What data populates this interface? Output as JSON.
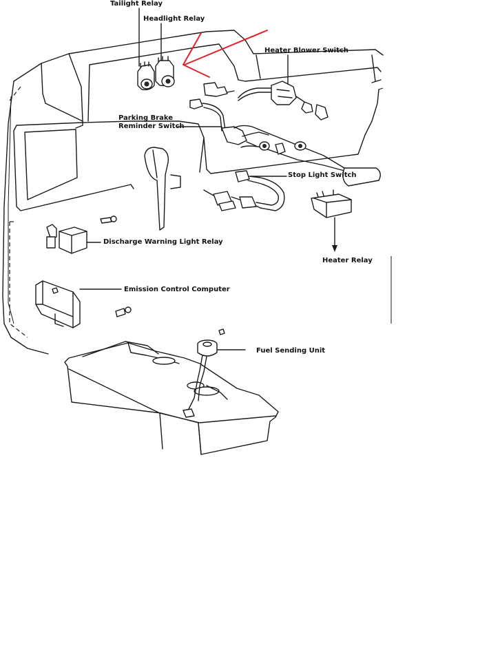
{
  "labels": {
    "tailight_relay": "Tailight Relay",
    "headlight_relay": "Headlight Relay",
    "heater_blower_switch": "Heater Blower Switch",
    "parking_brake_line1": "Parking Brake",
    "parking_brake_line2": "Reminder Switch",
    "stop_light_switch": "Stop Light Switch",
    "discharge_warning_light_relay": "Discharge Warning Light Relay",
    "heater_relay": "Heater Relay",
    "emission_control_computer": "Emission Control Computer",
    "fuel_sending_unit": "Fuel Sending Unit"
  },
  "colors": {
    "annotation_arrow": "#e0202a",
    "linework": "#1a1a1a",
    "background": "#ffffff"
  }
}
